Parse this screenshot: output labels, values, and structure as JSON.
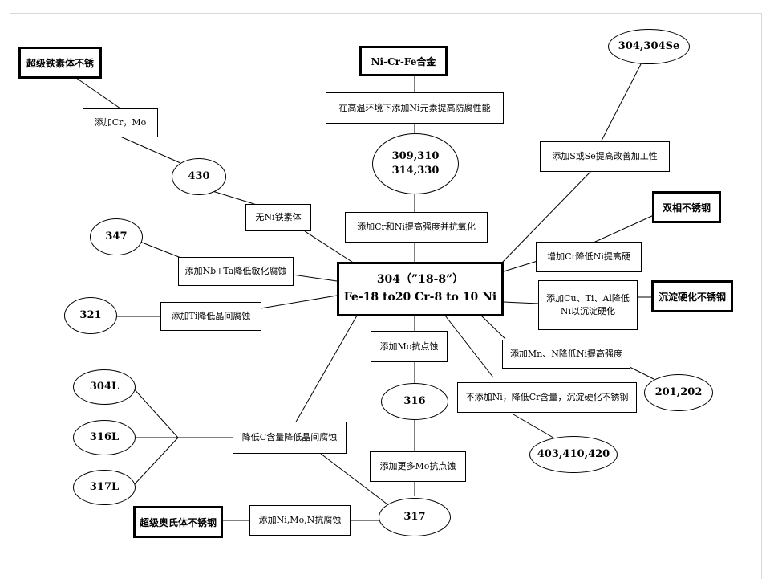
{
  "center": {
    "line1": "304（”18-8”）",
    "line2": "Fe-18 to20 Cr-8 to 10 Ni"
  },
  "endpoints": {
    "super_ferritic": "超级铁素体不锈",
    "ni_cr_fe": "Ni-Cr-Fe合金",
    "duplex": "双相不锈钢",
    "precipitation": "沉淀硬化不锈钢",
    "super_austenitic": "超级奥氏体不锈钢"
  },
  "grades": {
    "g430": "430",
    "g347": "347",
    "g321": "321",
    "g309": "309,310\n314,330",
    "g304se": "304,304Se",
    "g201": "201,202",
    "g403": "403,410,420",
    "g316": "316",
    "g317": "317",
    "g304l": "304L",
    "g316l": "316L",
    "g317l": "317L"
  },
  "actions": {
    "add_cr_mo": "添加Cr，Mo",
    "no_ni_ferrite": "无Ni铁素体",
    "add_nb_ta": "添加Nb+Ta降低敏化腐蚀",
    "add_ti": "添加Ti降低晶间腐蚀",
    "high_temp_ni": "在高温环境下添加Ni元素提高防腐性能",
    "add_cr_ni": "添加Cr和Ni提高强度并抗氧化",
    "add_s_se": "添加S或Se提高改善加工性",
    "add_cr_lower_ni": "增加Cr降低Ni提高硬",
    "add_cu_ti_al": "添加Cu、Ti、Al降低\nNi以沉淀硬化",
    "add_mn_n": "添加Mn、N降低Ni提高强度",
    "no_ni_lower_cr": "不添加Ni，降低Cr含量，沉淀硬化不锈钢",
    "add_mo": "添加Mo抗点蚀",
    "add_more_mo": "添加更多Mo抗点蚀",
    "lower_c": "降低C含量降低晶间腐蚀",
    "add_ni_mo_n": "添加Ni,Mo,N抗腐蚀"
  }
}
